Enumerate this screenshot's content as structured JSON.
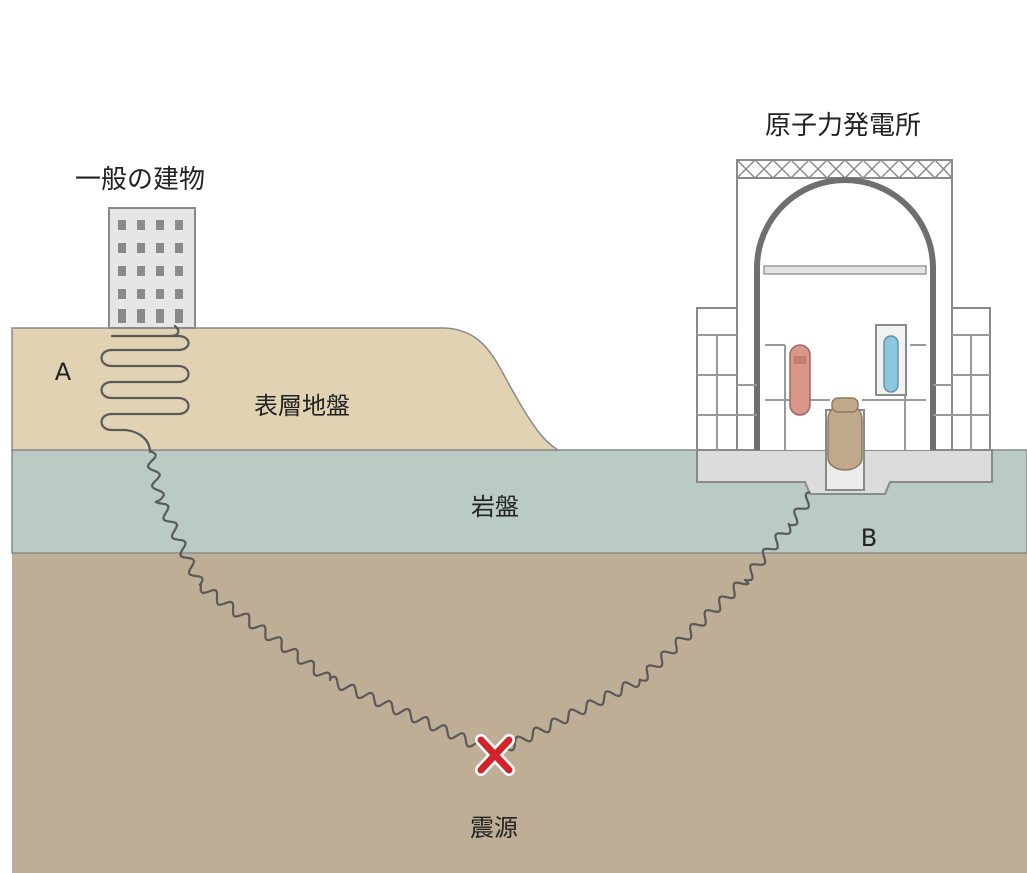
{
  "labels": {
    "ordinary_building": "一般の建物",
    "nuclear_plant": "原子力発電所",
    "surface_ground": "表層地盤",
    "bedrock": "岩盤",
    "hypocenter": "震源",
    "point_a": "A",
    "point_b": "B"
  },
  "colors": {
    "background": "#ffffff",
    "surface_ground": "#e0d2b3",
    "bedrock": "#b9cbc2",
    "deep_ground": "#bfae96",
    "wave_line": "#5a5a5a",
    "hypocenter_mark": "#d2232a",
    "building": "#e6e6e6",
    "plant_wall": "#8a8a8a",
    "reactor_vessel": "#bfa98a",
    "steam_generator": "#d9978a",
    "pressurizer": "#8ec6e0"
  },
  "icons": {
    "hypocenter": "red-x-mark",
    "building": "office-building-icon",
    "plant": "nuclear-plant-icon"
  }
}
